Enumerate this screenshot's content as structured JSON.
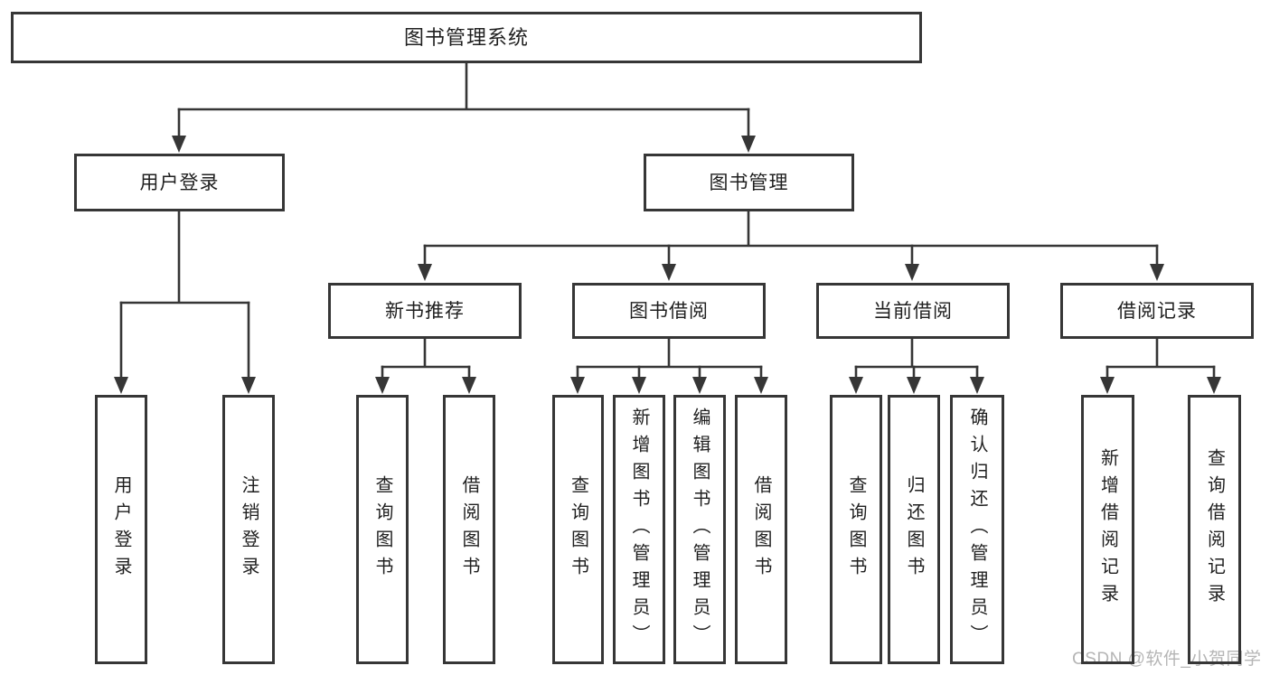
{
  "colors": {
    "line": "#363636",
    "text": "#1f1f1f",
    "watermark": "#b5b5b5",
    "background": "#ffffff"
  },
  "tree": {
    "label": "图书管理系统",
    "children": [
      {
        "label": "用户登录",
        "children": [
          {
            "label": "用户登录"
          },
          {
            "label": "注销登录"
          }
        ]
      },
      {
        "label": "图书管理",
        "children": [
          {
            "label": "新书推荐",
            "children": [
              {
                "label": "查询图书"
              },
              {
                "label": "借阅图书"
              }
            ]
          },
          {
            "label": "图书借阅",
            "children": [
              {
                "label": "查询图书"
              },
              {
                "label": "新增图书（管理员）"
              },
              {
                "label": "编辑图书（管理员）"
              },
              {
                "label": "借阅图书"
              }
            ]
          },
          {
            "label": "当前借阅",
            "children": [
              {
                "label": "查询图书"
              },
              {
                "label": "归还图书"
              },
              {
                "label": "确认归还（管理员）"
              }
            ]
          },
          {
            "label": "借阅记录",
            "children": [
              {
                "label": "新增借阅记录"
              },
              {
                "label": "查询借阅记录"
              }
            ]
          }
        ]
      }
    ]
  },
  "watermark": {
    "text": "CSDN @软件_小贺同学"
  }
}
